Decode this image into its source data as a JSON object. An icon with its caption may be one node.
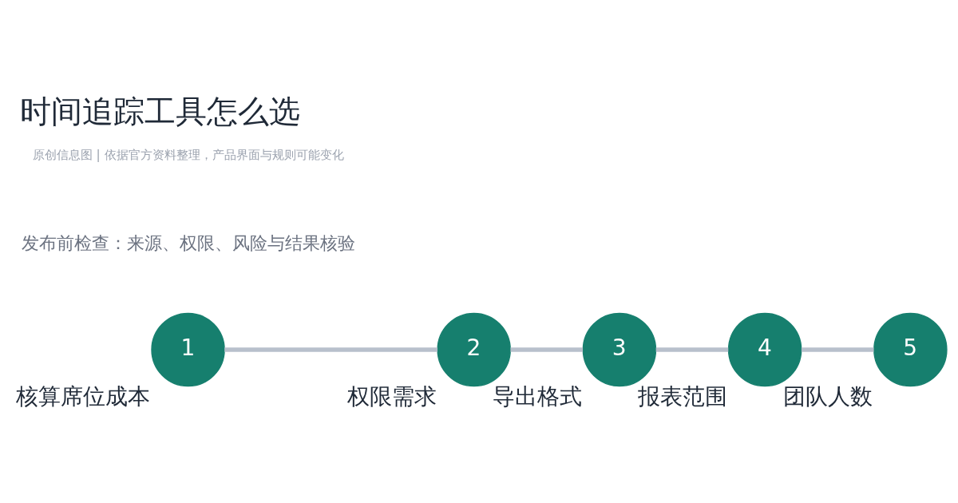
{
  "diagram": {
    "title": "时间追踪工具怎么选",
    "nodes": [
      {
        "text": [
          "1"
        ],
        "beside": [
          "核算席位成本"
        ]
      },
      {
        "text": [
          "2"
        ],
        "beside": [
          "权限需求"
        ]
      },
      {
        "text": [
          "3"
        ],
        "beside": [
          "导出格式"
        ]
      },
      {
        "text": [
          "4"
        ],
        "beside": [
          "报表范围"
        ]
      },
      {
        "text": [
          "5"
        ],
        "beside": [
          "团队人数"
        ]
      }
    ],
    "edges": [
      {
        "from": 0,
        "to": 1,
        "arrow": "none"
      },
      {
        "from": 1,
        "to": 2,
        "arrow": "none"
      },
      {
        "from": 2,
        "to": 3,
        "arrow": "none"
      },
      {
        "from": 3,
        "to": 4,
        "arrow": "none"
      }
    ],
    "labels": [
      "发布前检查：来源、权限、风险与结果核验",
      "原创信息图 | 依据官方资料整理，产品界面与规则可能变化"
    ]
  }
}
